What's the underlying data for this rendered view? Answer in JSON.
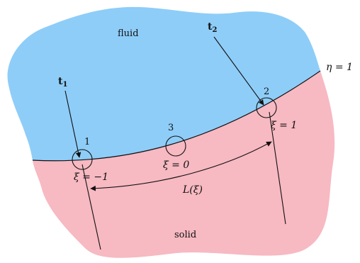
{
  "regions": {
    "fluid": {
      "label": "fluid",
      "color": "#8ecdf8"
    },
    "solid": {
      "label": "solid",
      "color": "#f7b9c2"
    }
  },
  "interface_label": "η = 1",
  "tractions": {
    "t1": {
      "base": "t",
      "sub": "1"
    },
    "t2": {
      "base": "t",
      "sub": "2"
    }
  },
  "nodes": [
    {
      "number": "1",
      "coord": "ξ = −1"
    },
    {
      "number": "2",
      "coord": "ξ = 1"
    },
    {
      "number": "3",
      "coord": "ξ = 0"
    }
  ],
  "arc_length_label": "L(ξ)"
}
